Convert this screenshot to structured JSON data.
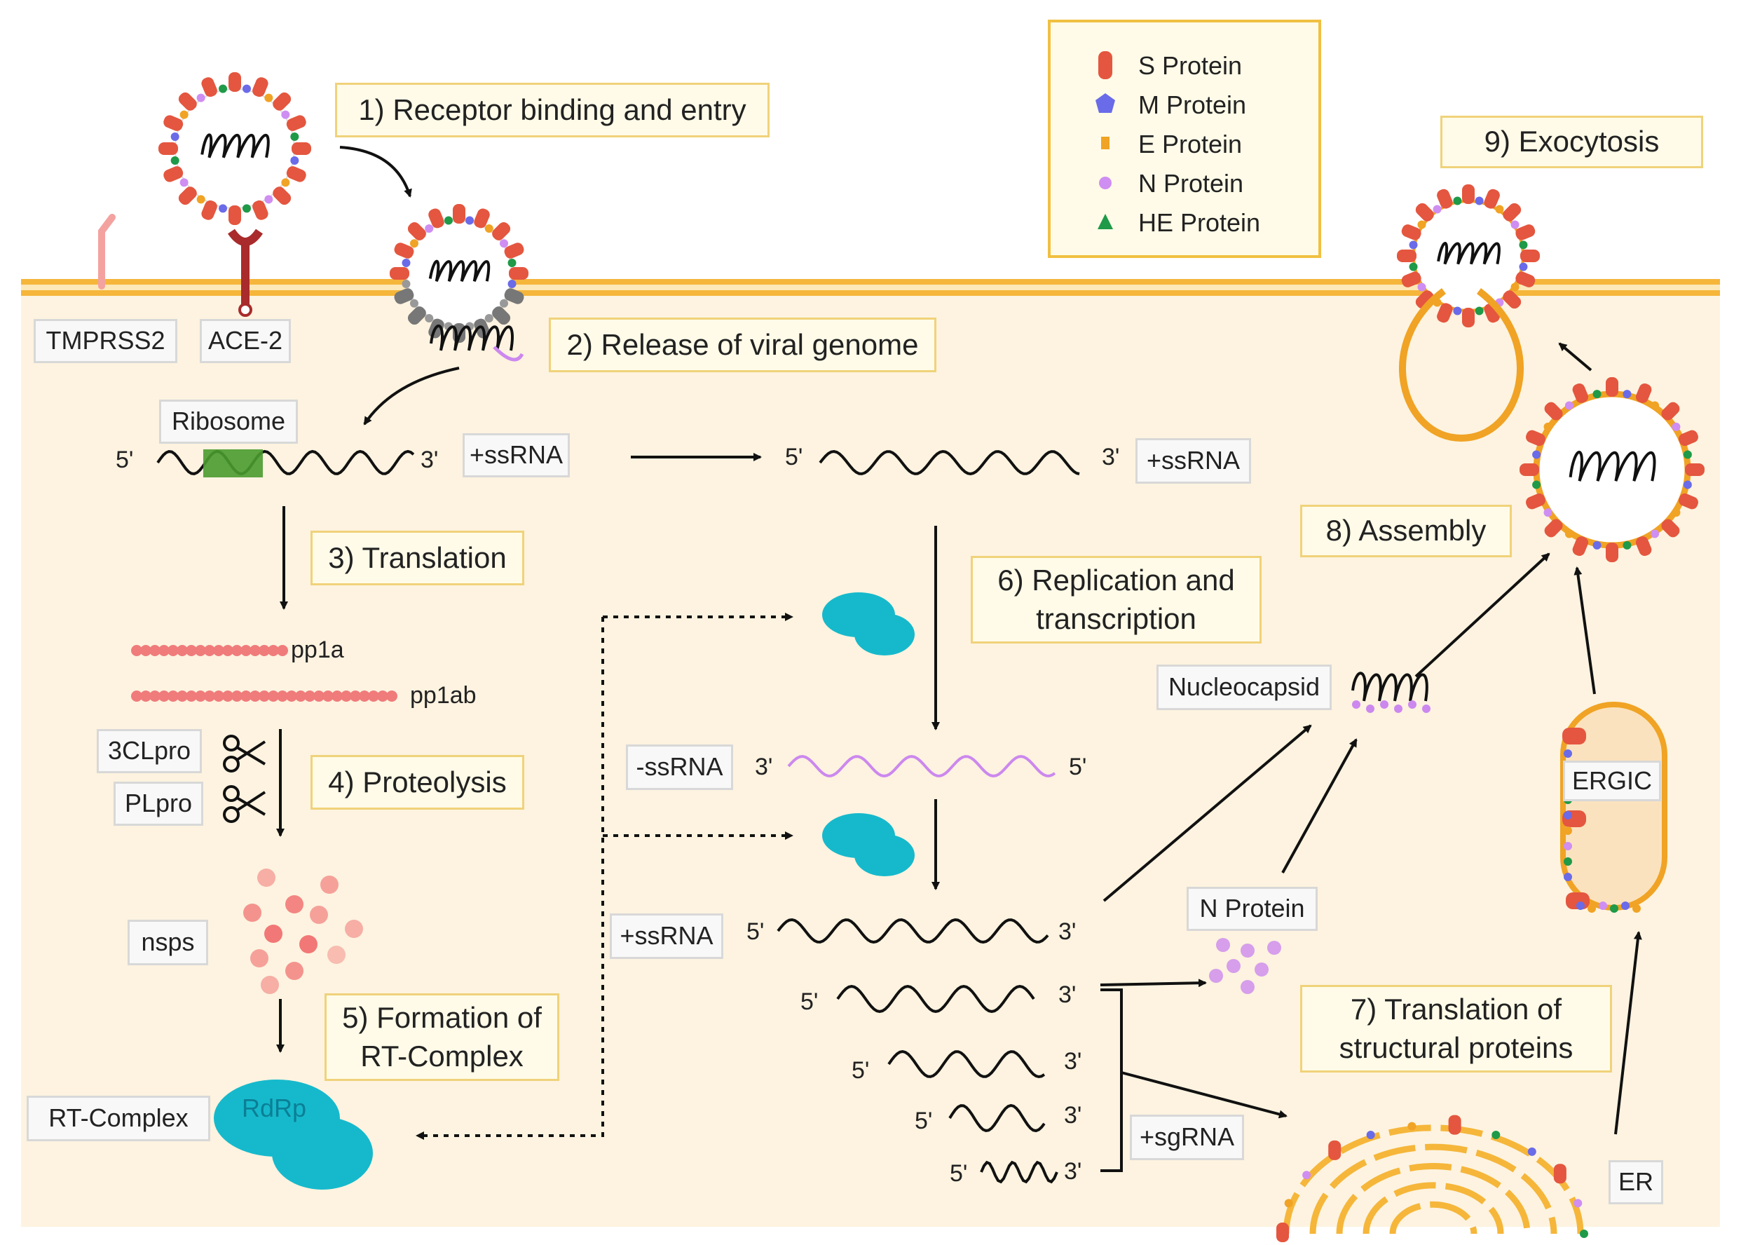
{
  "legend": {
    "items": [
      {
        "label": "S Protein",
        "color": "#e4563f"
      },
      {
        "label": "M Protein",
        "color": "#6a6be8"
      },
      {
        "label": "E Protein",
        "color": "#f0a324"
      },
      {
        "label": "N Protein",
        "color": "#cf8ef2"
      },
      {
        "label": "HE Protein",
        "color": "#1f9a48"
      }
    ]
  },
  "steps": {
    "s1": "1) Receptor binding and entry",
    "s2": "2) Release of viral genome",
    "s3": "3) Translation",
    "s4": "4) Proteolysis",
    "s5_line1": "5) Formation of",
    "s5_line2": "RT-Complex",
    "s6_line1": "6) Replication and",
    "s6_line2": "transcription",
    "s7_line1": "7) Translation of",
    "s7_line2": "structural proteins",
    "s8": "8) Assembly",
    "s9": "9) Exocytosis"
  },
  "tags": {
    "tmprss2": "TMPRSS2",
    "ace2": "ACE-2",
    "ribosome": "Ribosome",
    "ssrna_pos_1": "+ssRNA",
    "ssrna_pos_2": "+ssRNA",
    "ssrna_neg": "-ssRNA",
    "ssrna_pos_3": "+ssRNA",
    "sgrna": "+sgRNA",
    "cl3pro": "3CLpro",
    "plpro": "PLpro",
    "nsps": "nsps",
    "rt_complex": "RT-Complex",
    "nucleocapsid": "Nucleocapsid",
    "n_protein": "N Protein",
    "ergic": "ERGIC",
    "er": "ER"
  },
  "labels": {
    "pp1a": "pp1a",
    "pp1ab": "pp1ab",
    "rdrp": "RdRp",
    "five_prime": "5'",
    "three_prime": "3'"
  },
  "colors": {
    "membrane": "#f5b63a",
    "cytoplasm": "#fdf3e0",
    "polyprotein": "#f07b7b",
    "complex": "#16b9cc",
    "ribosome": "#4a9b2f",
    "neg_strand": "#cc88ee"
  }
}
